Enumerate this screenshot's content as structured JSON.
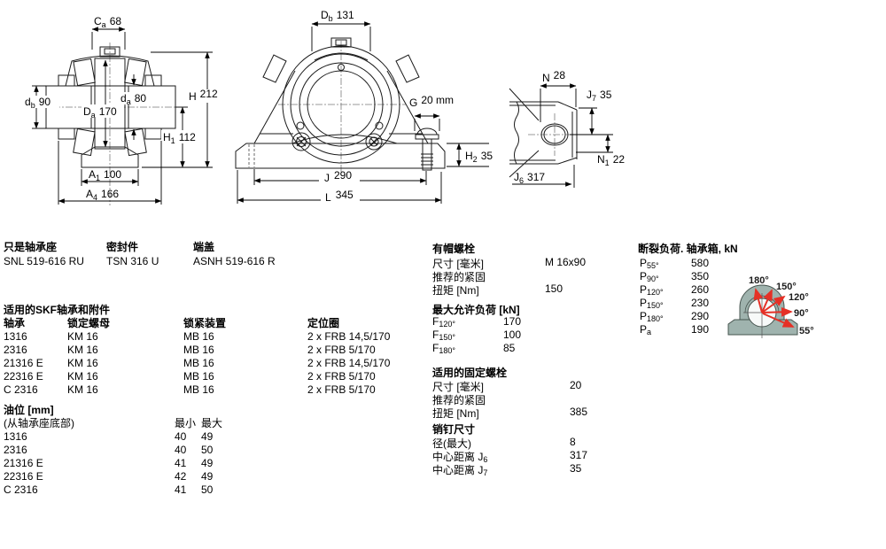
{
  "designations": {
    "housing": {
      "label": "只是轴承座",
      "value": "SNL 519-616 RU"
    },
    "seal": {
      "label": "密封件",
      "value": "TSN 316 U"
    },
    "cover": {
      "label": "端盖",
      "value": "ASNH 519-616 R"
    }
  },
  "bearings_table": {
    "title": "适用的SKF轴承和附件",
    "headers": [
      "轴承",
      "锁定螺母",
      "锁紧装置",
      "定位圈"
    ],
    "rows": [
      [
        "1316",
        "KM 16",
        "MB 16",
        "2 x FRB 14,5/170"
      ],
      [
        "2316",
        "KM 16",
        "MB 16",
        "2 x FRB 5/170"
      ],
      [
        "21316 E",
        "KM 16",
        "MB 16",
        "2 x FRB 14,5/170"
      ],
      [
        "22316 E",
        "KM 16",
        "MB 16",
        "2 x FRB 5/170"
      ],
      [
        "C 2316",
        "KM 16",
        "MB 16",
        "2 x FRB 5/170"
      ]
    ]
  },
  "oil_table": {
    "title": "油位 [mm]",
    "subtitle": "(从轴承座底部)",
    "min_header": "最小",
    "max_header": "最大",
    "rows": [
      [
        "1316",
        "40",
        "49"
      ],
      [
        "2316",
        "40",
        "50"
      ],
      [
        "21316 E",
        "41",
        "49"
      ],
      [
        "22316 E",
        "42",
        "49"
      ],
      [
        "C 2316",
        "41",
        "50"
      ]
    ]
  },
  "cap_bolts": {
    "title": "有帽螺栓",
    "size_label": "尺寸 [毫米]",
    "size_value": "M 16x90",
    "tight_label": "推荐的紧固",
    "torque_label": "扭矩 [Nm]",
    "torque_value": "150",
    "load_title": "最大允许负荷 [kN]",
    "loads": [
      {
        "main": "F",
        "sub": "120°",
        "value": "170"
      },
      {
        "main": "F",
        "sub": "150°",
        "value": "100"
      },
      {
        "main": "F",
        "sub": "180°",
        "value": "85"
      }
    ]
  },
  "fixing_bolts": {
    "title": "适用的固定螺栓",
    "size_label": "尺寸 [毫米]",
    "size_value": "20",
    "tight_label": "推荐的紧固",
    "torque_label": "扭矩 [Nm]",
    "torque_value": "385"
  },
  "pins": {
    "title": "销钉尺寸",
    "rows": [
      {
        "label": "径(最大)",
        "sub": "",
        "value": "8"
      },
      {
        "label": "中心距离 J",
        "sub": "6",
        "value": "317"
      },
      {
        "label": "中心距离 J",
        "sub": "7",
        "value": "35"
      }
    ]
  },
  "breaking_load": {
    "title": "断裂负荷.  轴承箱, kN",
    "rows": [
      {
        "main": "P",
        "sub": "55°",
        "value": "580"
      },
      {
        "main": "P",
        "sub": "90°",
        "value": "350"
      },
      {
        "main": "P",
        "sub": "120°",
        "value": "260"
      },
      {
        "main": "P",
        "sub": "150°",
        "value": "230"
      },
      {
        "main": "P",
        "sub": "180°",
        "value": "290"
      },
      {
        "main": "P",
        "sub": "a",
        "value": "190"
      }
    ]
  },
  "drawings": {
    "front_section": {
      "dims": {
        "Ca": {
          "main": "C",
          "sub": "a",
          "value": "68"
        },
        "db": {
          "main": "d",
          "sub": "b",
          "value": "90"
        },
        "Da": {
          "main": "D",
          "sub": "a",
          "value": "170"
        },
        "da": {
          "main": "d",
          "sub": "a",
          "value": "80"
        },
        "H": {
          "main": "H",
          "sub": "",
          "value": "212"
        },
        "H1": {
          "main": "H",
          "sub": "1",
          "value": "112"
        },
        "A1": {
          "main": "A",
          "sub": "1",
          "value": "100"
        },
        "A4": {
          "main": "A",
          "sub": "4",
          "value": "166"
        }
      }
    },
    "front_view": {
      "dims": {
        "Db": {
          "main": "D",
          "sub": "b",
          "value": "131"
        },
        "G": {
          "main": "G",
          "sub": "",
          "value": "20 mm"
        },
        "H2": {
          "main": "H",
          "sub": "2",
          "value": "35"
        },
        "J": {
          "main": "J",
          "sub": "",
          "value": "290"
        },
        "L": {
          "main": "L",
          "sub": "",
          "value": "345"
        }
      }
    },
    "side_view": {
      "dims": {
        "N": {
          "main": "N",
          "sub": "",
          "value": "28"
        },
        "J7": {
          "main": "J",
          "sub": "7",
          "value": "35"
        },
        "N1": {
          "main": "N",
          "sub": "1",
          "value": "22"
        },
        "J6": {
          "main": "J",
          "sub": "6",
          "value": "317"
        }
      }
    },
    "load_diagram": {
      "angles": [
        "180°",
        "150°",
        "120°",
        "90°",
        "55°"
      ],
      "arrow_color": "#e53026",
      "body_color": "#9fb3ae"
    }
  },
  "colors": {
    "hatch_fill": "#dce8f8",
    "hatch_dot": "#9cb9e0",
    "line": "#1a1a1a"
  }
}
